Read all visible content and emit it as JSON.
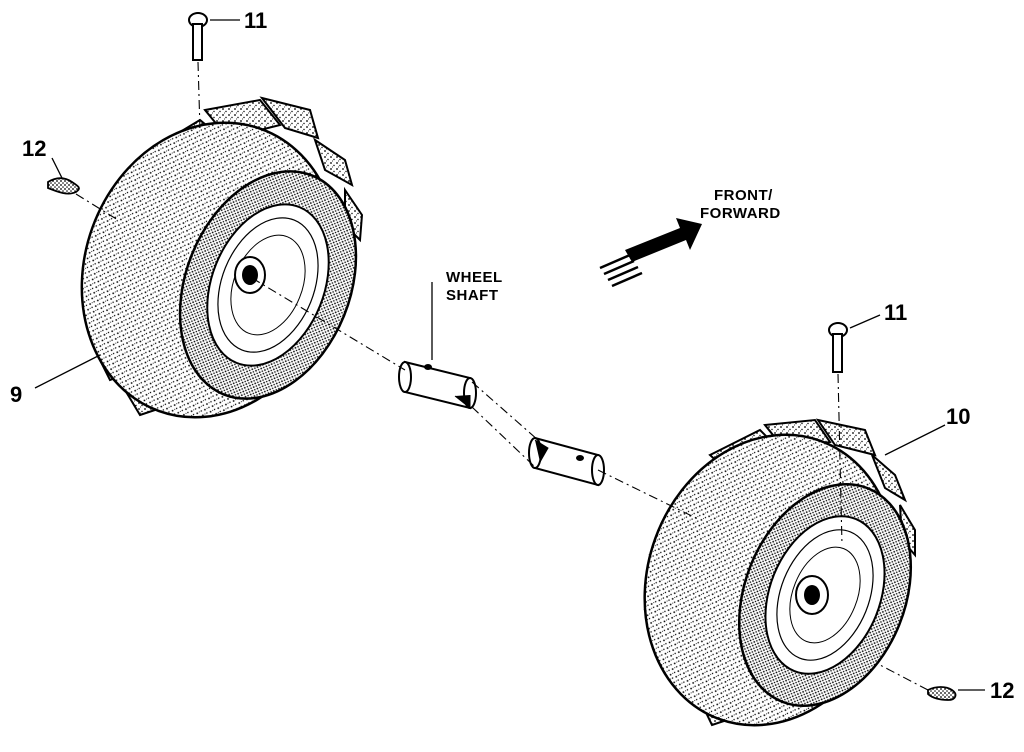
{
  "callouts": {
    "pin_top_left": "11",
    "clip_left": "12",
    "wheel_left": "9",
    "pin_right": "11",
    "wheel_right": "10",
    "clip_right": "12"
  },
  "captions": {
    "wheel_shaft_line1": "WHEEL",
    "wheel_shaft_line2": "SHAFT",
    "front_line1": "FRONT/",
    "front_line2": "FORWARD"
  }
}
